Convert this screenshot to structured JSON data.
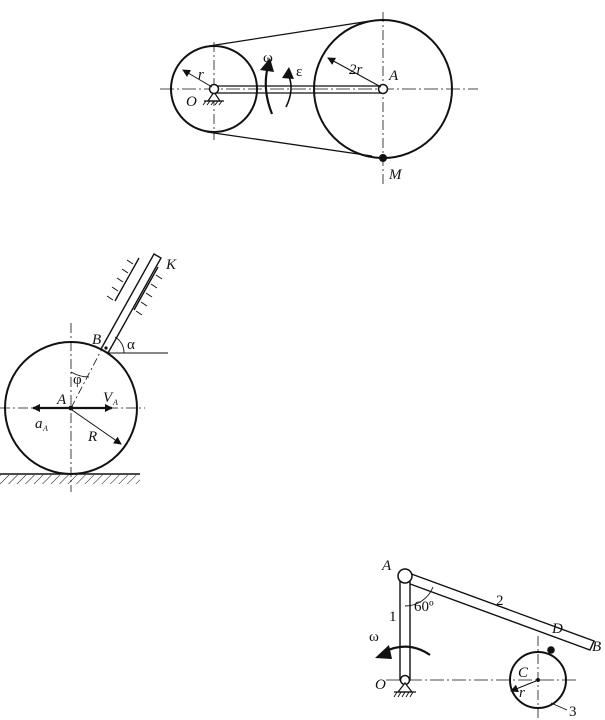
{
  "figure1": {
    "labels": {
      "r": "r",
      "O": "O",
      "omega": "ω",
      "epsilon": "ε",
      "two_r": "2r",
      "A": "A",
      "M": "M"
    }
  },
  "figure2": {
    "labels": {
      "K": "K",
      "B": "B",
      "alpha": "α",
      "phi": "φ",
      "A": "A",
      "V": "V",
      "V_sub": "A",
      "a": "a",
      "a_sub": "A",
      "R": "R"
    }
  },
  "figure3": {
    "labels": {
      "A": "A",
      "one": "1",
      "angle": "60º",
      "two": "2",
      "D": "D",
      "B": "B",
      "omega": "ω",
      "O": "O",
      "C": "C",
      "r": "r",
      "three": "3"
    }
  }
}
